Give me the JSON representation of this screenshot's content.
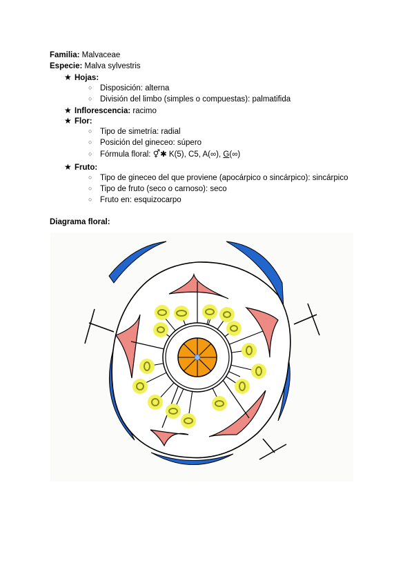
{
  "familia": {
    "label": "Familia:",
    "value": "Malvaceae"
  },
  "especie": {
    "label": "Especie:",
    "value": "Malva sylvestris"
  },
  "sections": {
    "hojas": {
      "title": "Hojas:",
      "items": [
        "Disposición: alterna",
        "División del limbo (simples o compuestas): palmatifida"
      ]
    },
    "inflorescencia": {
      "title": "Inflorescencia:",
      "value": "racimo"
    },
    "flor": {
      "title": "Flor:",
      "items": [
        "Tipo de simetría: radial",
        "Posición del gineceo: súpero"
      ],
      "formula": {
        "prefix": "Fórmula floral: ",
        "symbols": "⚥✱",
        "rest": " K(5), C5, A(∞), ",
        "g": "G",
        "g_suffix": "(∞)"
      }
    },
    "fruto": {
      "title": "Fruto:",
      "items": [
        "Tipo de gineceo del que proviene (apocárpico o sincárpico): sincárpico",
        "Tipo de fruto (seco o carnoso): seco",
        "Fruto en: esquizocarpo"
      ]
    }
  },
  "diagram": {
    "title": "Diagrama floral:",
    "colors": {
      "sepal": "#2266cc",
      "petal": "#ee8a84",
      "anther_halo": "#f1f25a",
      "anther": "#9a9a1e",
      "ovary": "#f39a10",
      "center_dot": "#8fb6ee"
    },
    "counts": {
      "sepals": 5,
      "petals": 5,
      "stamens": 17,
      "carpels": 8
    }
  },
  "bullets": {
    "star": "★",
    "circle": "○"
  }
}
